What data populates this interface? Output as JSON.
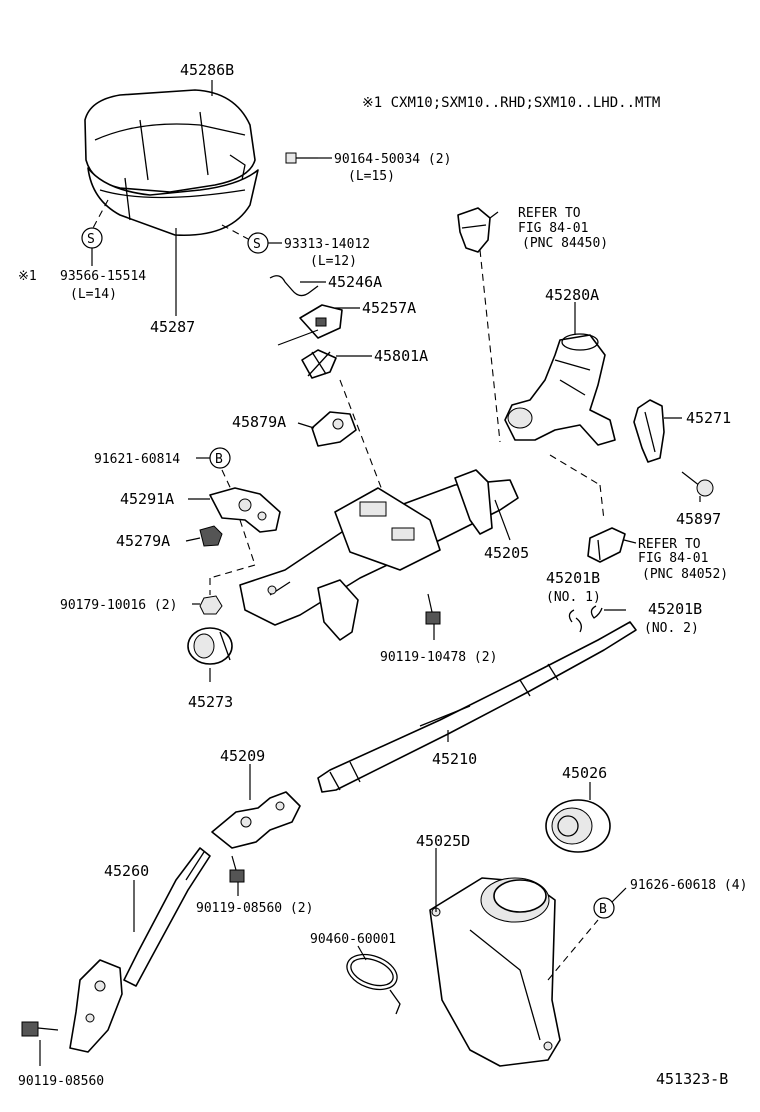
{
  "labels": {
    "l45286B": "45286B",
    "noteHeader": "※1 CXM10;SXM10..RHD;SXM10..LHD..MTM",
    "l90164": "90164-50034 (2)",
    "l90164len": "(L=15)",
    "l93313": "93313-14012",
    "l93313len": "(L=12)",
    "sym1a": "S",
    "noteMark": "※1",
    "l93566": "93566-15514",
    "l93566len": "(L=14)",
    "sym1b": "S",
    "l45287": "45287",
    "l45246A": "45246A",
    "l45257A": "45257A",
    "l45801A": "45801A",
    "refer1a": "REFER TO",
    "refer1b": "FIG 84-01",
    "refer1c": "(PNC 84450)",
    "l45280A": "45280A",
    "l45271": "45271",
    "l45879A": "45879A",
    "l91621": "91621-60814",
    "symB1": "B",
    "l45291A": "45291A",
    "l45279A": "45279A",
    "l45897": "45897",
    "refer2a": "REFER TO",
    "refer2b": "FIG 84-01",
    "refer2c": "(PNC 84052)",
    "l45205": "45205",
    "l45201B1": "45201B",
    "l45201B1no": "(NO. 1)",
    "l45201B2": "45201B",
    "l45201B2no": "(NO. 2)",
    "l90179": "90179-10016 (2)",
    "l90119a": "90119-10478 (2)",
    "l45273": "45273",
    "l45210": "45210",
    "l45209": "45209",
    "l45026": "45026",
    "l45025D": "45025D",
    "l45260": "45260",
    "l91626": "91626-60618 (4)",
    "symB2": "B",
    "l90119b": "90119-08560 (2)",
    "l90460": "90460-60001",
    "l90119c": "90119-08560",
    "figNo": "451323-B"
  }
}
